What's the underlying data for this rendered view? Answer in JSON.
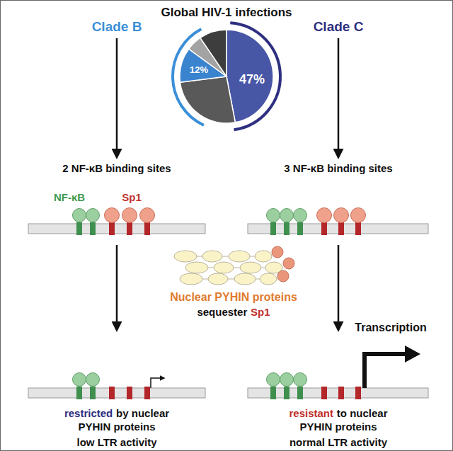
{
  "diagram": {
    "title": "Global HIV-1 infections",
    "labels": [
      "Clade B",
      "Clade C",
      "47%",
      "12%",
      "2 NF-κB binding sites",
      "3 NF-κB binding sites",
      "NF-κB",
      "Sp1",
      "Nuclear PYHIN proteins",
      "sequester",
      "Sp1",
      "Transcription",
      "restricted",
      "by nuclear",
      "PYHIN proteins",
      "low LTR activity",
      "resistant",
      "to nuclear",
      "PYHIN proteins",
      "normal LTR activity"
    ]
  }
}
